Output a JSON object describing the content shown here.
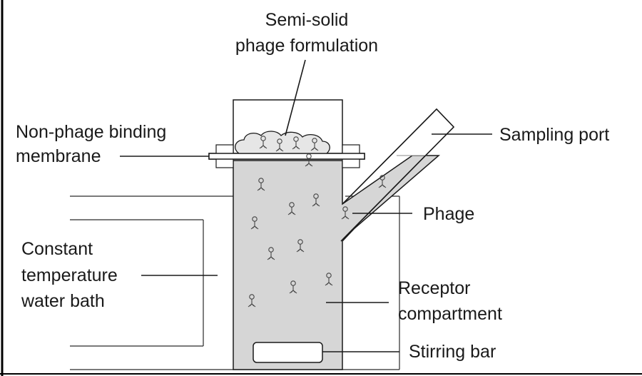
{
  "labels": {
    "formulation_line1": "Semi-solid",
    "formulation_line2": "phage formulation",
    "membrane_line1": "Non-phage binding",
    "membrane_line2": "membrane",
    "sampling_port": "Sampling port",
    "phage": "Phage",
    "bath_line1": "Constant",
    "bath_line2": "temperature",
    "bath_line3": "water bath",
    "receptor_line1": "Receptor",
    "receptor_line2": "compartment",
    "stirring_bar": "Stirring bar"
  },
  "colors": {
    "line": "#1a1a1a",
    "receptor_fill": "#d6d6d6",
    "formulation_fill": "#e6e6e6"
  }
}
